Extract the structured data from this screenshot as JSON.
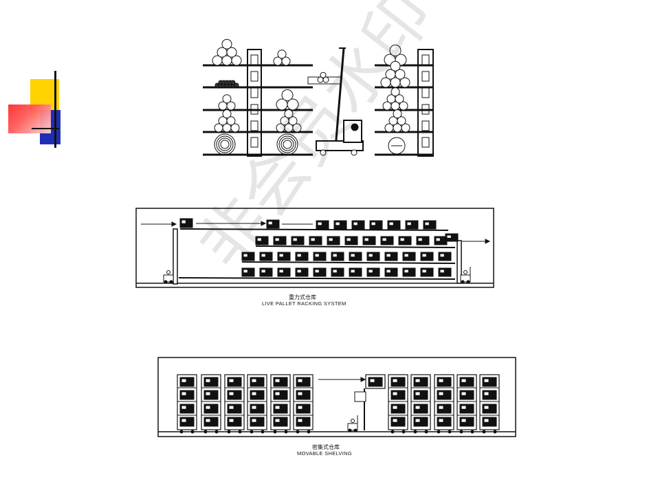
{
  "slide": {
    "accent_colors": {
      "yellow": "#ffd200",
      "blue": "#1f2fb3",
      "red": "#ff2a2a"
    }
  },
  "figures": [
    {
      "id": "cantilever-rack",
      "caption_cn": "",
      "caption_en": ""
    },
    {
      "id": "live-pallet",
      "caption_cn": "重力式仓库",
      "caption_en": "LIVE PALLET RACKING SYSTEM"
    },
    {
      "id": "movable-shelving",
      "caption_cn": "密集式仓库",
      "caption_en": "MOVABLE SHELVING"
    }
  ],
  "watermark": {
    "text": "非会员水印"
  }
}
